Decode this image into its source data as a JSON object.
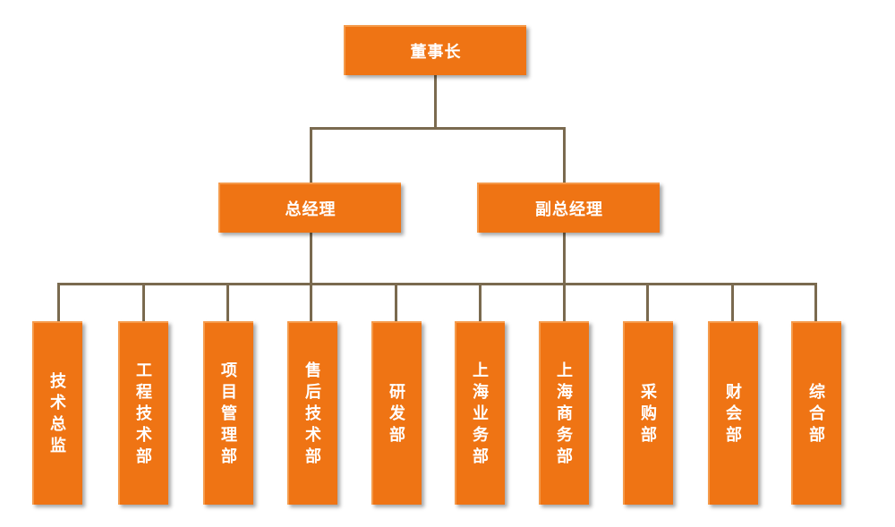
{
  "chairman": {
    "label": "董事长"
  },
  "general_manager": {
    "label": "总经理"
  },
  "deputy_general_manager": {
    "label": "副总经理"
  },
  "departments": [
    {
      "label": "技术总监"
    },
    {
      "label": "工程技术部"
    },
    {
      "label": "项目管理部"
    },
    {
      "label": "售后技术部"
    },
    {
      "label": "研发部"
    },
    {
      "label": "上海业务部"
    },
    {
      "label": "上海商务部"
    },
    {
      "label": "采购部"
    },
    {
      "label": "财会部"
    },
    {
      "label": "综合部"
    }
  ],
  "colors": {
    "box_fill": "#ef7414",
    "connector": "#7a6a4f",
    "text": "#ffffff"
  }
}
